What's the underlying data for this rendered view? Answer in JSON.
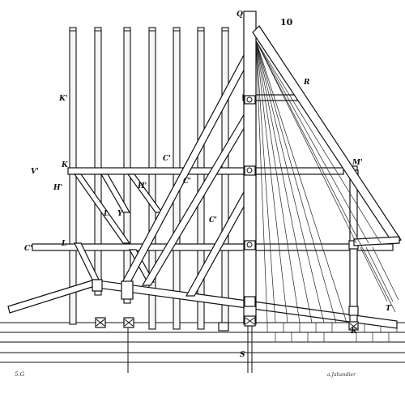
{
  "figure": {
    "number": "10",
    "credit": "a.Jahandier",
    "corner_mark": "5.G"
  },
  "labels": {
    "Q": "Q",
    "R": "R",
    "K1": "K'",
    "K": "K",
    "V": "V'",
    "H1": "H'",
    "H2": "H'",
    "C1": "C'",
    "C2": "C'",
    "C3": "C'",
    "Cpr": "C'",
    "L1": "L",
    "L2": "L",
    "Y": "Y",
    "Kb": "K",
    "Mpr": "M'",
    "T": "T",
    "S": "S"
  }
}
